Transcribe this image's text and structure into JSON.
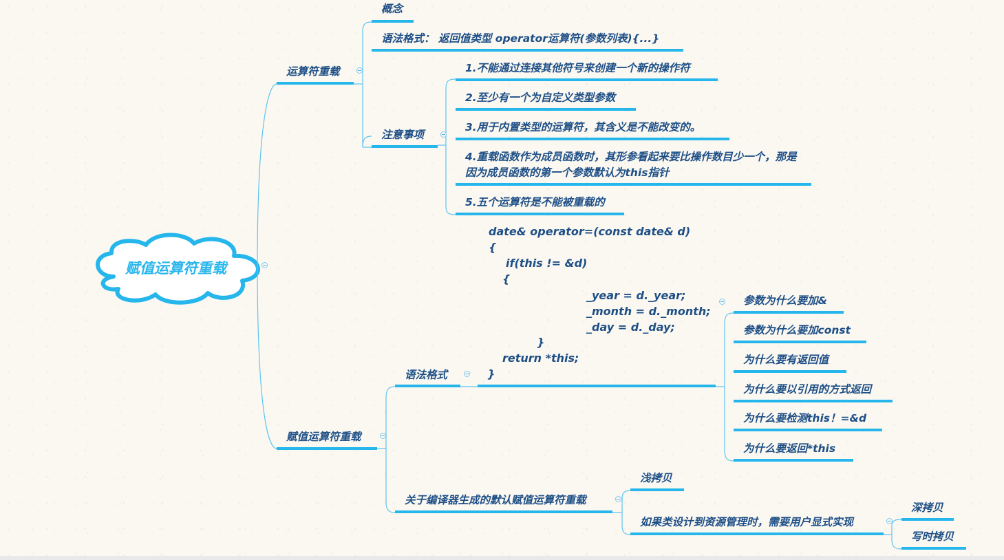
{
  "root": {
    "label": "赋值运算符重载"
  },
  "branches": {
    "op_overload": {
      "label": "运算符重载",
      "concept": "概念",
      "syntax": "语法格式：  返回值类型  operator运算符(参数列表){...}",
      "notes": {
        "label": "注意事项",
        "items": [
          "1.不能通过连接其他符号来创建一个新的操作符",
          "2.至少有一个为自定义类型参数",
          "3.用于内置类型的运算符，其含义是不能改变的。",
          "4.重载函数作为成员函数时，其形参看起来要比操作数目少一个，那是因为成员函数的第一个参数默认为this指针",
          "5.五个运算符是不能被重载的"
        ]
      }
    },
    "assign_overload": {
      "label": "赋值运算符重载",
      "syntax": {
        "label": "语法格式",
        "code_lines": [
          "date& operator=(const date& d)",
          "{",
          "if(this != &d)",
          "{",
          "_year = d._year;",
          "_month = d._month;",
          "_day = d._day;",
          "}",
          "return *this;",
          "}"
        ],
        "questions": [
          "参数为什么要加&",
          "参数为什么要加const",
          "为什么要有返回值",
          "为什么要以引用的方式返回",
          "为什么要检测this！=&d",
          "为什么要返回*this"
        ]
      },
      "default": {
        "label": "关于编译器生成的默认赋值运算符重载",
        "shallow": "浅拷贝",
        "resource": {
          "label": "如果类设计到资源管理时，需要用户显式实现",
          "items": [
            "深拷贝",
            "写时拷贝"
          ]
        }
      }
    }
  },
  "colors": {
    "line": "#25b6ec",
    "text": "#1e4f86",
    "connector": "#5ec4ee",
    "background": "#fbf8f2"
  }
}
